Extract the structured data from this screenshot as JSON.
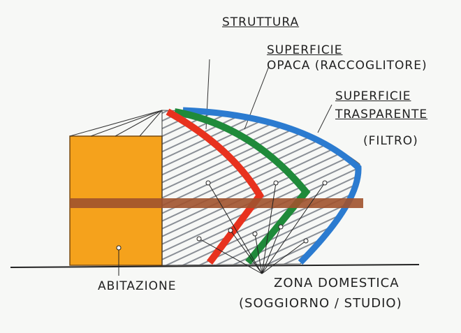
{
  "labels": {
    "structure": "STRUTTURA",
    "opaque_surface_1": "SUPERFICIE",
    "opaque_surface_2": "OPACA (RACCOGLITORE)",
    "transparent_surface_1": "SUPERFICIE",
    "transparent_surface_2": "TRASPARENTE",
    "transparent_surface_3": "(FILTRO)",
    "dwelling": "ABITAZIONE",
    "domestic_zone_1": "ZONA DOMESTICA",
    "domestic_zone_2": "(SOGGIORNO / STUDIO)"
  },
  "colors": {
    "dwelling": "#f5a21c",
    "structure": "#e8321e",
    "opaque_surface": "#1f8a3a",
    "transparent_surface": "#2b7bd0",
    "floor_band": "#a0522d"
  }
}
